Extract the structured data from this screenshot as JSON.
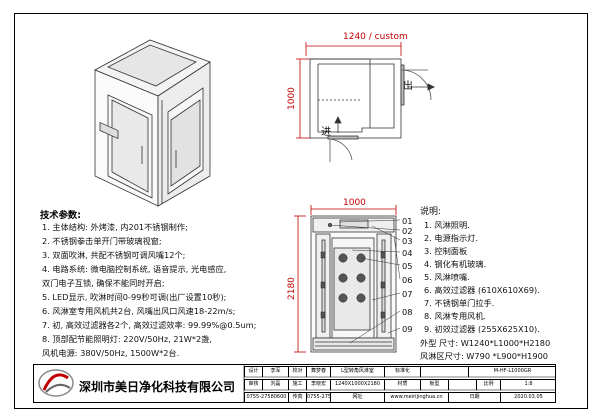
{
  "top_view": {
    "width_label": "1240",
    "width_note": "/ custom",
    "depth_label": "1000",
    "exit_label": "出",
    "entry_label": "进"
  },
  "front_view": {
    "width_label": "1000",
    "height_label": "2180",
    "callouts": [
      "01",
      "02",
      "03",
      "04",
      "05",
      "06",
      "07",
      "08",
      "09"
    ]
  },
  "specs": {
    "title": "技术参数:",
    "lines": [
      "1. 主体结构: 外烤漆, 内201不锈钢制作;",
      "2. 不锈钢拳击单开门带玻璃视窗;",
      "3. 双面吹淋, 共配不锈钢可调风嘴12个;",
      "4. 电路系统: 微电脑控制系统, 语音提示, 光电感应,",
      "   双门电子互锁, 确保不能同时开启;",
      "5. LED显示, 吹淋时间0-99秒可调(出厂设置10秒);",
      "6. 风淋室专用风机共2台, 风嘴出风口风速18-22m/s;",
      "7. 初, 高效过滤器各2个, 高效过滤效率: 99.99%@0.5um;",
      "8. 顶部配节能照明灯: 220V/50Hz, 21W*2盏,",
      "   风机电源: 380V/50Hz, 1500W*2台."
    ]
  },
  "legend": {
    "title": "说明:",
    "items": [
      "1. 风淋照明.",
      "2. 电源指示灯.",
      "3. 控制面板",
      "4. 钢化有机玻璃.",
      "5. 风淋喷嘴.",
      "6. 高效过滤器 (610X610X69).",
      "7. 不锈钢单门拉手.",
      "8. 风淋专用风机.",
      "9. 初效过滤器 (255X625X10)."
    ],
    "outer_size": "外型  尺寸: W1240*L1000*H2180",
    "shower_size": "风淋区尺寸: W790 *L900*H1900"
  },
  "title_block": {
    "company": "深圳市美日净化科技有限公司",
    "row1": [
      "设计",
      "李军",
      "校对",
      "舞梦春",
      "L型转角风淋室",
      "标准化",
      "",
      "M-HF-L1000GR"
    ],
    "row2": [
      "审核",
      "刘磊",
      "施工",
      "李晓宏",
      "1240X1000X2180",
      "材质",
      "板型",
      "",
      "比例",
      "1:8"
    ],
    "row3": [
      "0755-27580600",
      "传真",
      "0755-27580600",
      "网址",
      "www.meirijinghua.cn",
      "日期",
      "2020.03.05"
    ]
  }
}
